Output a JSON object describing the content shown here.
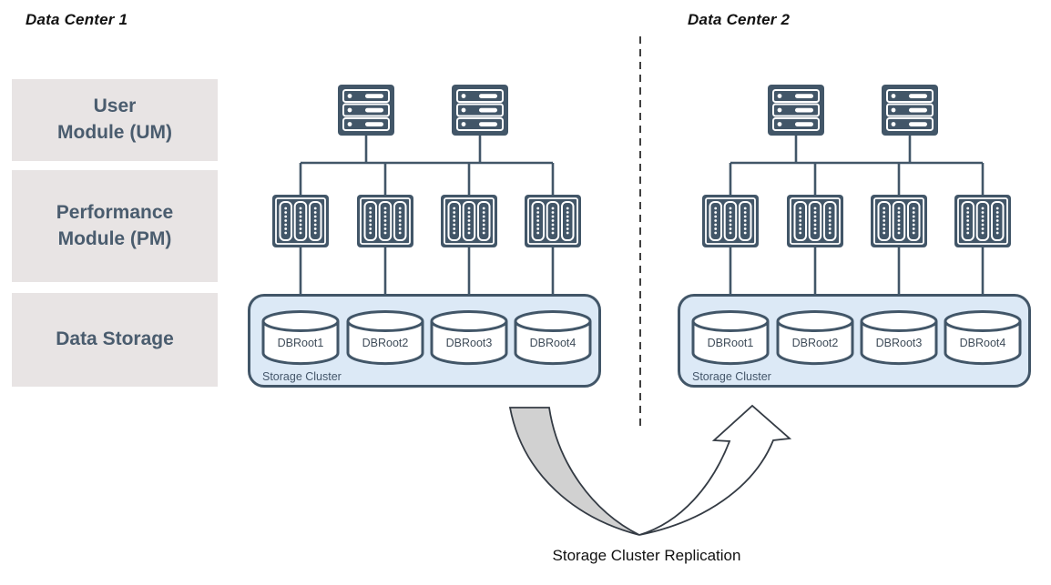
{
  "diagram": {
    "type": "architecture-diagram",
    "caption": "Storage Cluster Replication"
  },
  "sidebar": {
    "items": [
      {
        "id": "um",
        "lines": [
          "User",
          "Module (UM)"
        ]
      },
      {
        "id": "pm",
        "lines": [
          "Performance",
          "Module (PM)"
        ]
      },
      {
        "id": "ds",
        "lines": [
          "Data Storage"
        ]
      }
    ]
  },
  "datacenters": [
    {
      "title": "Data Center 1",
      "um_server_count": 2,
      "pm_module_count": 4,
      "storage_cluster": {
        "label": "Storage Cluster",
        "dbroots": [
          "DBRoot1",
          "DBRoot2",
          "DBRoot3",
          "DBRoot4"
        ]
      }
    },
    {
      "title": "Data Center 2",
      "um_server_count": 2,
      "pm_module_count": 4,
      "storage_cluster": {
        "label": "Storage Cluster",
        "dbroots": [
          "DBRoot1",
          "DBRoot2",
          "DBRoot3",
          "DBRoot4"
        ]
      }
    }
  ],
  "replication": {
    "label": "Storage Cluster Replication"
  },
  "colors": {
    "icon_slate": "#425668",
    "cluster_fill": "#dce9f6",
    "cluster_border": "#425668",
    "sidebar_bg": "#e8e4e4",
    "sidebar_text": "#4a5c6e",
    "arrow_fill_gray": "#d1d1d1",
    "arrow_outline": "#343b44",
    "divider": "#404040",
    "title_text": "#121212"
  }
}
